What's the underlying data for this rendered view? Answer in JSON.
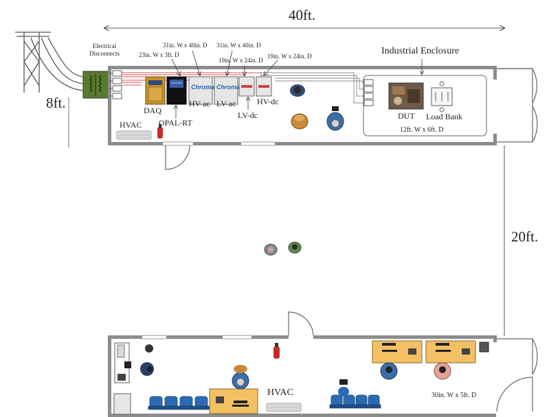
{
  "dimensions": {
    "overall_length": "40ft.",
    "pole_height": "8ft.",
    "gap_between_buildings": "20ft."
  },
  "labels": {
    "electrical_disconnects": "Electrical\nDisconnects",
    "industrial_enclosure": "Industrial Enclosure",
    "enclosure_size": "12ft. W x 6ft. D",
    "daq_size": "23in. W x 3ft. D",
    "hv_ac_size": "31in. W x 40in. D",
    "lv_ac_size": "31in. W x 40in. D",
    "lv_dc_size": "19in. W x 24in. D",
    "hv_dc_size": "19in. W x 24in. D",
    "desk_size": "30in. W x 5ft. D",
    "daq": "DAQ",
    "opal_rt": "OPAL-RT",
    "hv_ac": "HV-ac",
    "lv_ac": "LV-ac",
    "lv_dc": "LV-dc",
    "hv_dc": "HV-dc",
    "hvac_top": "HVAC",
    "hvac_bottom": "HVAC",
    "dut": "DUT",
    "load_bank": "Load Bank",
    "chroma_1": "Chroma",
    "chroma_2": "Chroma"
  },
  "icons": [
    "utility-pole-icon",
    "transformer-icon",
    "fire-extinguisher-icon",
    "person-icon",
    "office-chair-icon",
    "door-icon",
    "desk-icon",
    "waiting-chair-icon",
    "server-rack-icon"
  ],
  "colors": {
    "wall": "#8c8c8c",
    "wire": "#e05050",
    "transformer": "#5a7a2e",
    "desk": "#f3c063",
    "chair_blue": "#2c6bb3",
    "daq_gold": "#c5922a"
  }
}
